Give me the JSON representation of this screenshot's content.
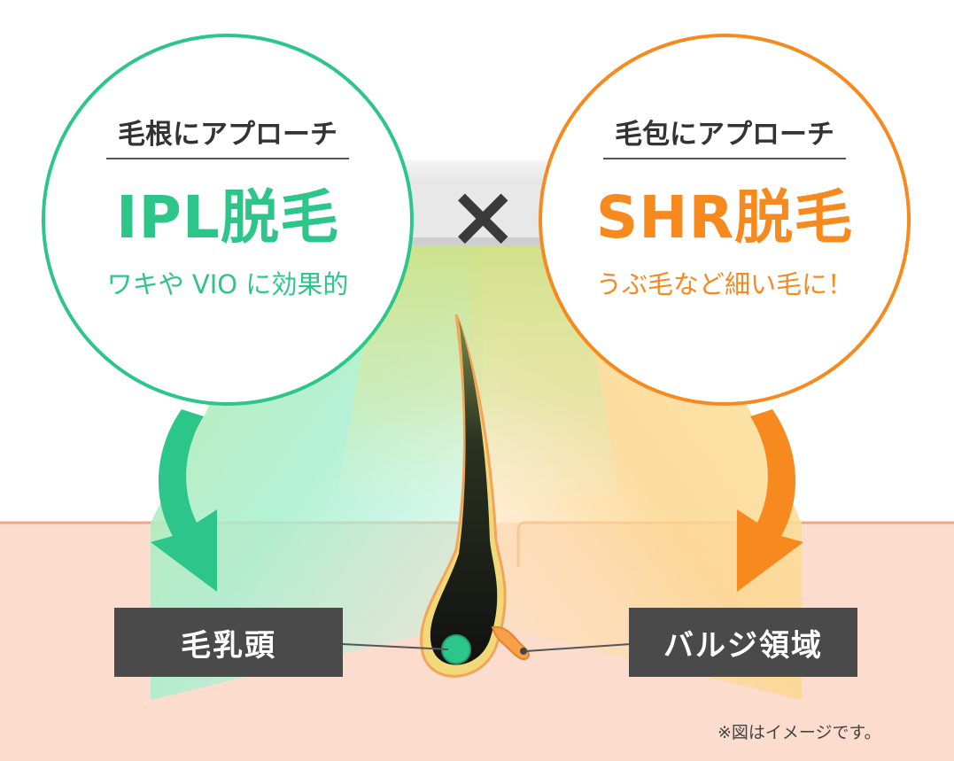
{
  "left_circle": {
    "subtitle": "毛根にアプローチ",
    "title": "IPL脱毛",
    "caption": "ワキや VIO に効果的",
    "color": "#2dc68a"
  },
  "right_circle": {
    "subtitle": "毛包にアプローチ",
    "title": "SHR脱毛",
    "caption": "うぶ毛など細い毛に！",
    "color": "#f68a1e"
  },
  "times": "×",
  "labels": {
    "papilla": "毛乳頭",
    "bulge": "バルジ領域"
  },
  "note": "※図はイメージです。",
  "colors": {
    "skin": "#fbdccd",
    "skin_line": "#f0a585",
    "label_bg": "#4a4a4a",
    "hair": "#1a1a1a",
    "papilla": "#2dc68a"
  }
}
